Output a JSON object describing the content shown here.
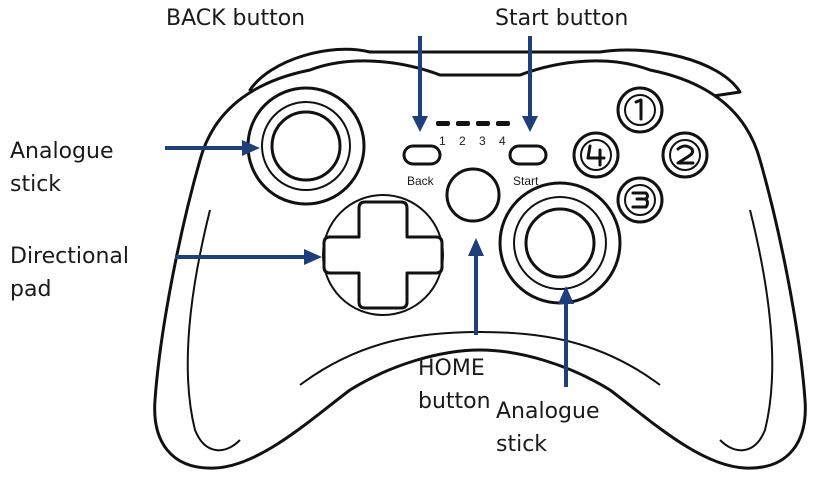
{
  "callouts": {
    "back_button": "BACK button",
    "start_button": "Start button",
    "left_stick": [
      "Analogue",
      "stick"
    ],
    "dpad": [
      "Directional",
      "pad"
    ],
    "home_button": [
      "HOME",
      "button"
    ],
    "right_stick": [
      "Analogue",
      "stick"
    ]
  },
  "controller": {
    "back_label": "Back",
    "start_label": "Start",
    "player_leds": [
      "1",
      "2",
      "3",
      "4"
    ],
    "face_buttons": [
      "1",
      "2",
      "3",
      "4"
    ]
  },
  "colors": {
    "arrow": "#1f3f7a",
    "outline": "#111111"
  }
}
